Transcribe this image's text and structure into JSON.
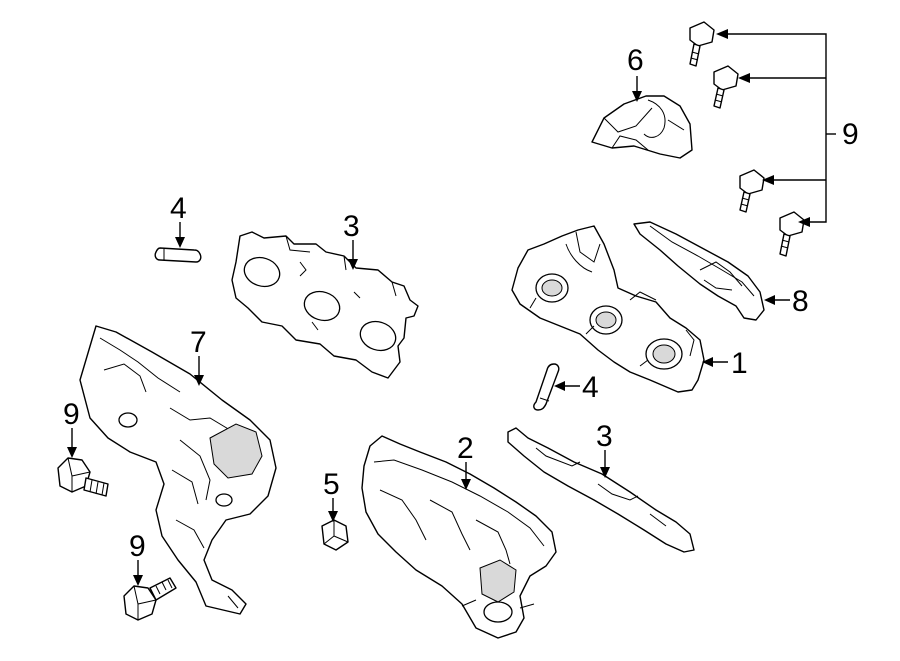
{
  "diagram": {
    "callouts": [
      {
        "id": "c6",
        "label": "6"
      },
      {
        "id": "c9a",
        "label": "9"
      },
      {
        "id": "c4a",
        "label": "4"
      },
      {
        "id": "c3a",
        "label": "3"
      },
      {
        "id": "c8",
        "label": "8"
      },
      {
        "id": "c1",
        "label": "1"
      },
      {
        "id": "c4b",
        "label": "4"
      },
      {
        "id": "c7",
        "label": "7"
      },
      {
        "id": "c9b",
        "label": "9"
      },
      {
        "id": "c2",
        "label": "2"
      },
      {
        "id": "c3b",
        "label": "3"
      },
      {
        "id": "c5",
        "label": "5"
      },
      {
        "id": "c9c",
        "label": "9"
      }
    ]
  }
}
